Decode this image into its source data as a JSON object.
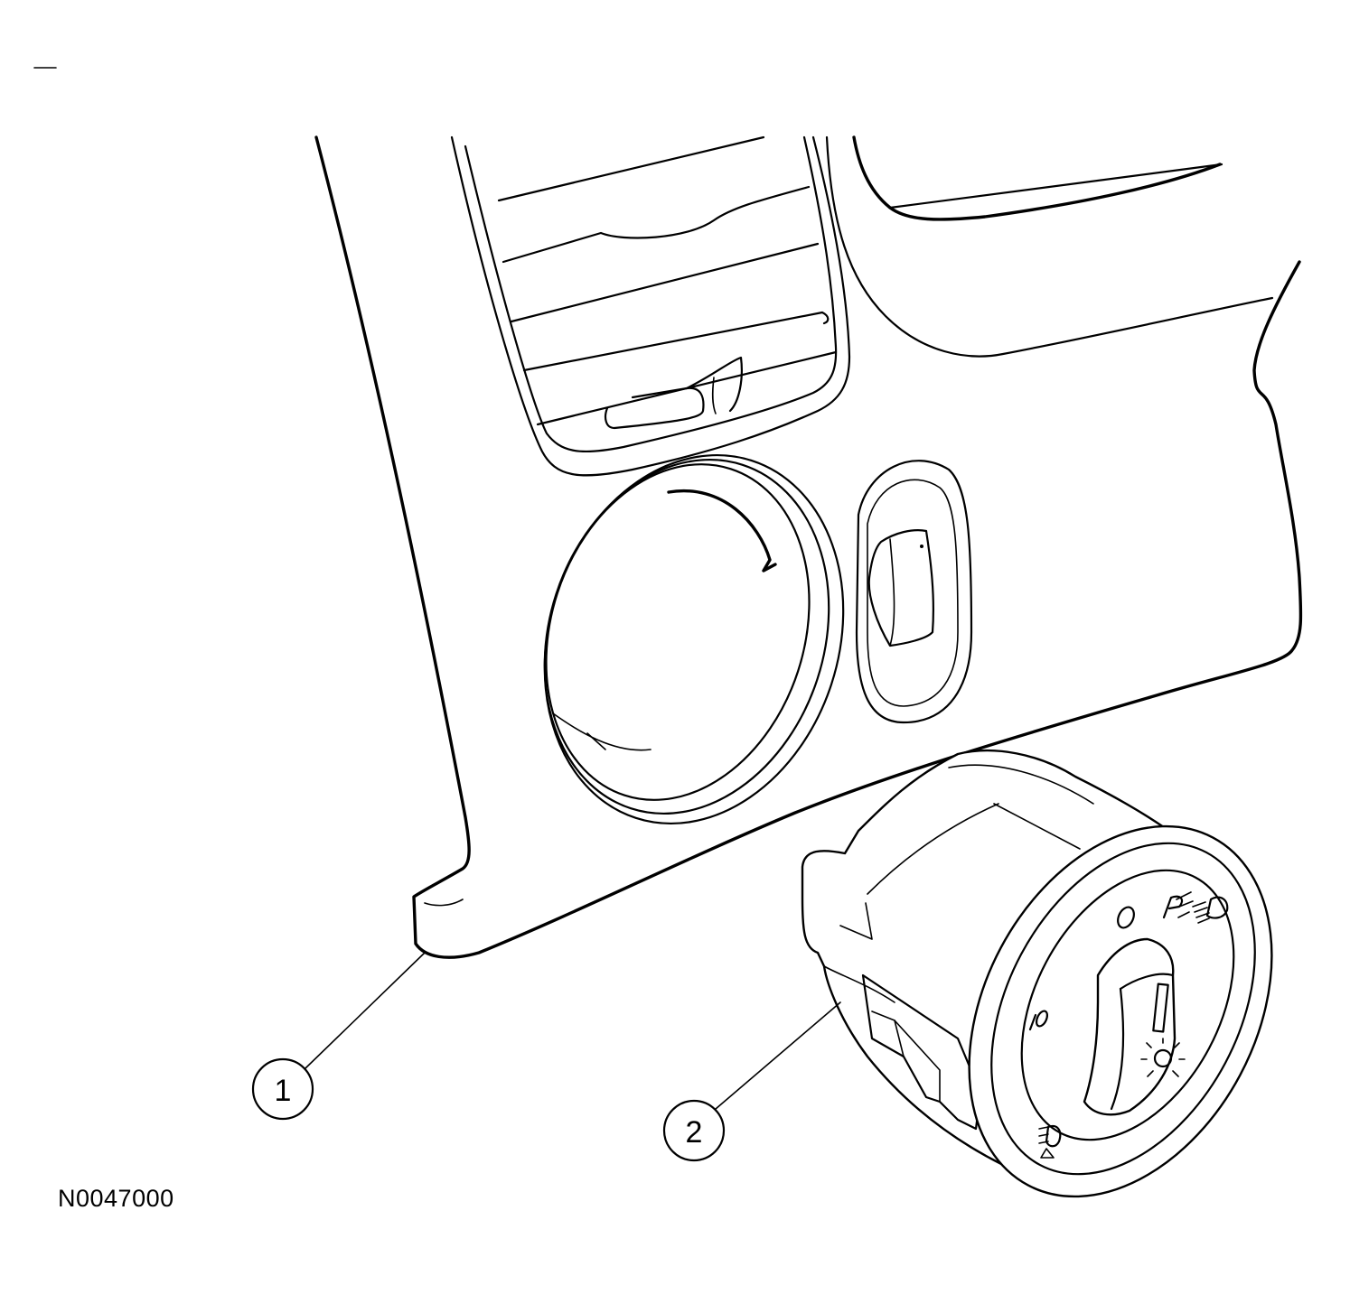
{
  "figure_id": "N0047000",
  "callouts": [
    {
      "label": "1",
      "part": "instrument-panel-trim"
    },
    {
      "label": "2",
      "part": "headlamp-switch"
    }
  ],
  "switch_symbols": {
    "off": "O",
    "parking": "P",
    "auto": "IO"
  }
}
